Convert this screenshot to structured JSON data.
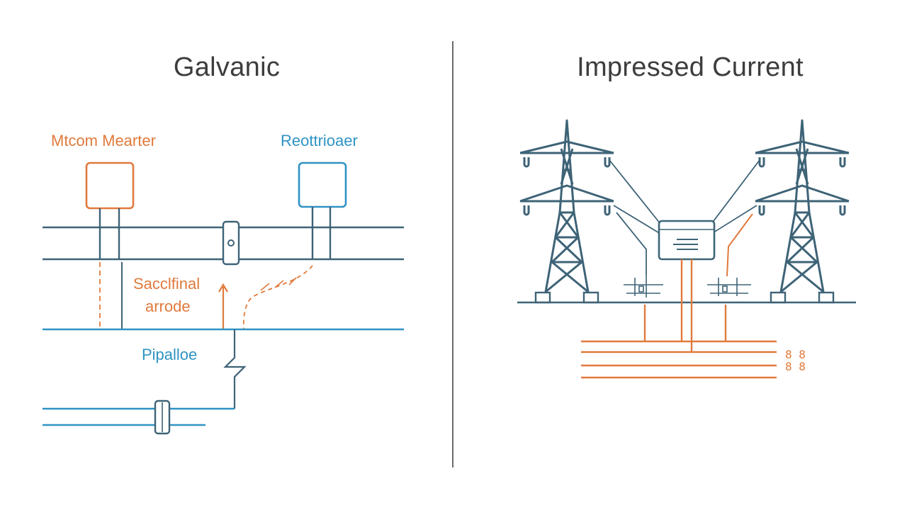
{
  "panels": {
    "left": {
      "title": "Galvanic",
      "labels": {
        "meter": "Mtcom Mearter",
        "rectifier": "Reottrioaer",
        "anode_line1": "Sacclfinal",
        "anode_line2": "arrode",
        "pipeline": "Pipalloe"
      }
    },
    "right": {
      "title": "Impressed Current",
      "labels": {
        "ground_bed": "8 8\n8 8"
      }
    }
  },
  "colors": {
    "pipe": "#3e6377",
    "accent_orange": "#e07a3c",
    "accent_blue": "#2f93c4",
    "divider": "#6b6b6b",
    "title": "#3d3d3d"
  }
}
